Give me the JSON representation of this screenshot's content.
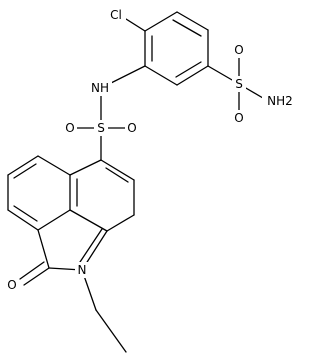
{
  "structure": {
    "atom_labels": {
      "cl": "Cl",
      "nh": "NH",
      "s_top": "S",
      "o_top_upper": "O",
      "o_top_lower": "O",
      "nh2": "NH2",
      "s_mid": "S",
      "o_mid_left": "O",
      "o_mid_right": "O",
      "n_ring": "N",
      "o_ketone": "O"
    }
  }
}
